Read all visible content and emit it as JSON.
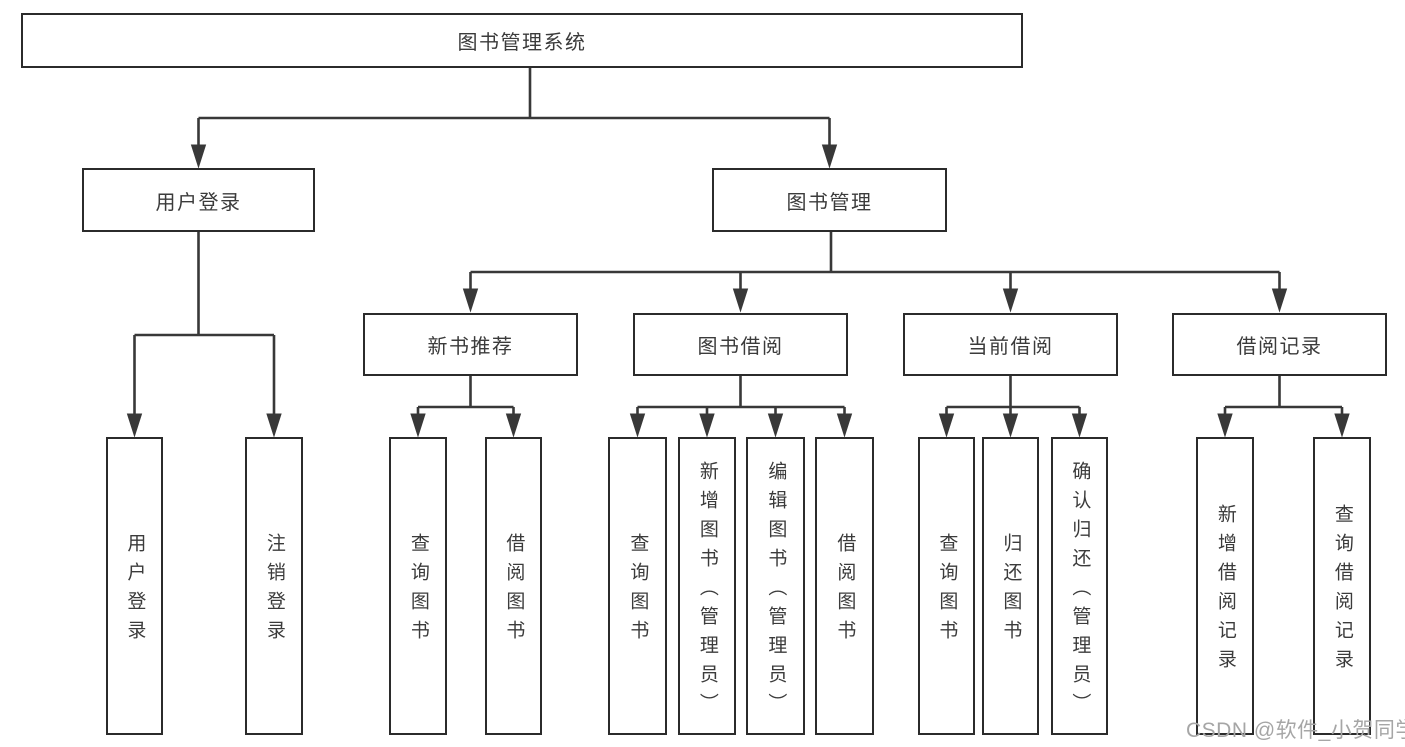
{
  "diagram": {
    "root": {
      "label": "图书管理系统"
    },
    "branches": [
      {
        "label": "用户登录",
        "children": [
          {
            "label": "用户登录"
          },
          {
            "label": "注销登录"
          }
        ]
      },
      {
        "label": "图书管理",
        "children": [
          {
            "label": "新书推荐",
            "children": [
              {
                "label": "查询图书"
              },
              {
                "label": "借阅图书"
              }
            ]
          },
          {
            "label": "图书借阅",
            "children": [
              {
                "label": "查询图书"
              },
              {
                "label": "新增图书（管理员）"
              },
              {
                "label": "编辑图书（管理员）"
              },
              {
                "label": "借阅图书"
              }
            ]
          },
          {
            "label": "当前借阅",
            "children": [
              {
                "label": "查询图书"
              },
              {
                "label": "归还图书"
              },
              {
                "label": "确认归还（管理员）"
              }
            ]
          },
          {
            "label": "借阅记录",
            "children": [
              {
                "label": "新增借阅记录"
              },
              {
                "label": "查询借阅记录"
              }
            ]
          }
        ]
      }
    ]
  },
  "watermark": {
    "text": "CSDN @软件_小贺同学"
  },
  "colors": {
    "line": "#383838",
    "box_border": "#2b2b2b",
    "box_fill": "#ffffff",
    "text": "#3b3b3b",
    "watermark": "#a6a6a6",
    "background": "#ffffff"
  }
}
